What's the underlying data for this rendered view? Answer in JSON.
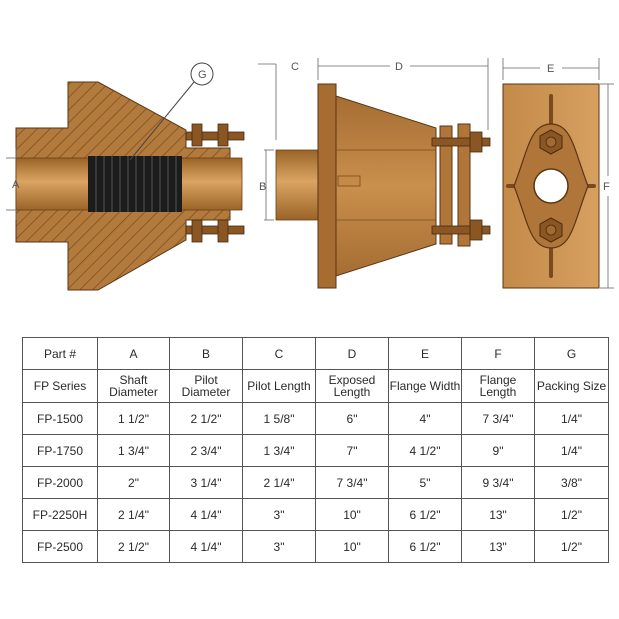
{
  "diagram": {
    "labels": {
      "g": "G",
      "a": "A",
      "b": "B",
      "c": "C",
      "d": "D",
      "e": "E",
      "f": "F"
    },
    "colors": {
      "bronze": "#b27a3c",
      "bronze_light": "#d29a55",
      "bronze_dark": "#7a4a1e",
      "packing": "#1c1c1c",
      "dimension_line": "#666666"
    }
  },
  "table": {
    "header_row_1": [
      "Part #",
      "A",
      "B",
      "C",
      "D",
      "E",
      "F",
      "G"
    ],
    "header_row_2": [
      "FP Series",
      "Shaft Diameter",
      "Pilot Diameter",
      "Pilot Length",
      "Exposed Length",
      "Flange Width",
      "Flange Length",
      "Packing Size"
    ],
    "rows": [
      [
        "FP-1500",
        "1 1/2\"",
        "2 1/2\"",
        "1 5/8\"",
        "6\"",
        "4\"",
        "7 3/4\"",
        "1/4\""
      ],
      [
        "FP-1750",
        "1 3/4\"",
        "2 3/4\"",
        "1 3/4\"",
        "7\"",
        "4 1/2\"",
        "9\"",
        "1/4\""
      ],
      [
        "FP-2000",
        "2\"",
        "3 1/4\"",
        "2 1/4\"",
        "7 3/4\"",
        "5\"",
        "9 3/4\"",
        "3/8\""
      ],
      [
        "FP-2250H",
        "2 1/4\"",
        "4 1/4\"",
        "3\"",
        "10\"",
        "6 1/2\"",
        "13\"",
        "1/2\""
      ],
      [
        "FP-2500",
        "2 1/2\"",
        "4 1/4\"",
        "3\"",
        "10\"",
        "6 1/2\"",
        "13\"",
        "1/2\""
      ]
    ]
  }
}
